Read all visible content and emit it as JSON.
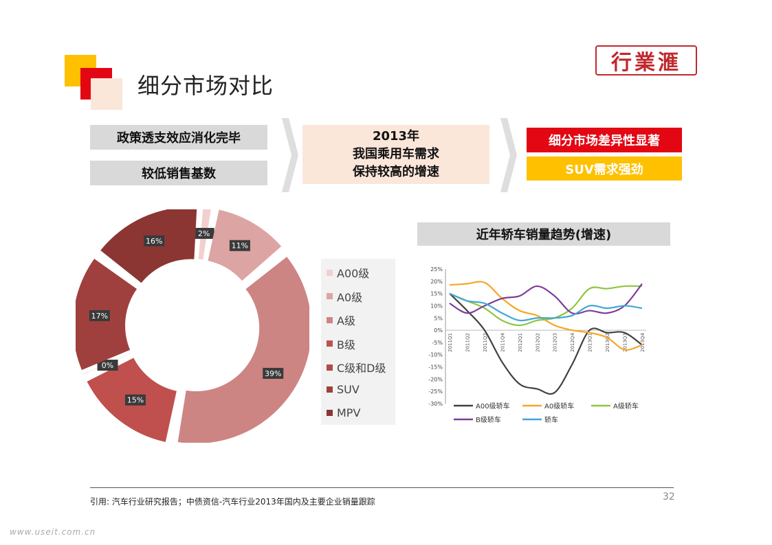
{
  "title": "细分市场对比",
  "logo_text": "行業滙",
  "flow": {
    "left_boxes": [
      "政策透支效应消化完毕",
      "较低销售基数"
    ],
    "middle_lines": [
      "2013年",
      "我国乘用车需求",
      "保持较高的增速"
    ],
    "right_boxes": [
      "细分市场差异性显著",
      "SUV需求强劲"
    ]
  },
  "footer": {
    "citation": "引用:     汽车行业研究报告；中债资信-汽车行业2013年国内及主要企业销量跟踪",
    "page_number": "32",
    "watermark": "www.useit.com.cn"
  },
  "colors": {
    "red": "#e30613",
    "yellow": "#ffc000",
    "peach": "#fbe6da",
    "grey": "#d9d9d9"
  },
  "chart_data": [
    {
      "type": "pie",
      "donut": true,
      "categories": [
        "A00级",
        "A0级",
        "A级",
        "B级",
        "C级和D级",
        "SUV",
        "MPV"
      ],
      "values": [
        2,
        11,
        39,
        15,
        0,
        17,
        16
      ],
      "labels": [
        "2%",
        "11%",
        "39%",
        "15%",
        "0%",
        "17%",
        "16%"
      ],
      "colors": [
        "#f2d0cf",
        "#dca4a3",
        "#cd8583",
        "#c0504d",
        "#b24a47",
        "#a0403e",
        "#8b3633"
      ],
      "legend_position": "right"
    },
    {
      "type": "line",
      "title": "近年轿车销量趋势(增速)",
      "x": [
        "2011Q1",
        "2011Q2",
        "2011Q3",
        "2011Q4",
        "2012Q1",
        "2012Q2",
        "2012Q3",
        "2012Q4",
        "2013Q1",
        "2013Q2",
        "2013Q3",
        "2013Q4"
      ],
      "ylim": [
        -30,
        25
      ],
      "yticks": [
        "25%",
        "20%",
        "15%",
        "10%",
        "5%",
        "0%",
        "-5%",
        "-10%",
        "-15%",
        "-20%",
        "-25%",
        "-30%"
      ],
      "series": [
        {
          "name": "A00级轿车",
          "color": "#404040",
          "values": [
            15,
            8,
            0,
            -13,
            -22,
            -24,
            -25.5,
            -14,
            0,
            -1,
            -1,
            -6
          ]
        },
        {
          "name": "A0级轿车",
          "color": "#f5a623",
          "values": [
            18.5,
            19,
            19.5,
            13,
            8,
            6,
            2,
            0,
            -1,
            -3,
            -8,
            -6
          ]
        },
        {
          "name": "A级轿车",
          "color": "#8dc63f",
          "values": [
            15,
            12,
            9,
            4,
            2,
            4,
            5,
            9,
            17,
            17,
            18,
            18
          ]
        },
        {
          "name": "B级轿车",
          "color": "#7d3c98",
          "values": [
            11,
            7,
            10,
            13,
            14,
            18,
            14,
            7,
            8,
            7,
            10,
            19
          ]
        },
        {
          "name": "轿车",
          "color": "#3fa7d6",
          "values": [
            15,
            12,
            11,
            7,
            4,
            5,
            5,
            6,
            10,
            9,
            10,
            9
          ]
        }
      ],
      "legend_position": "bottom",
      "grid": false
    }
  ]
}
